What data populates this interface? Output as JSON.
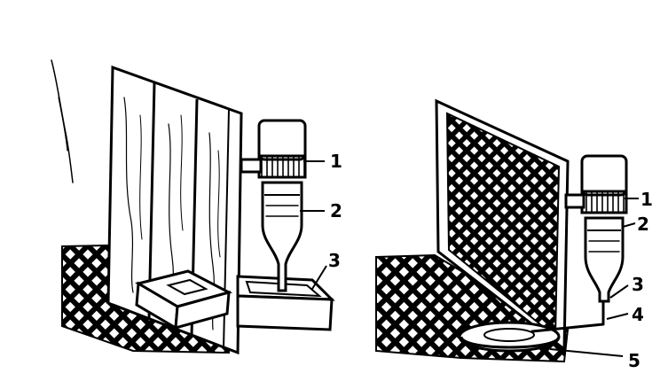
{
  "figure": {
    "left_panel": {
      "callouts": [
        "1",
        "2",
        "3"
      ]
    },
    "right_panel": {
      "callouts": [
        "1",
        "2",
        "3",
        "4",
        "5"
      ]
    }
  },
  "colors": {
    "ink": "#000000",
    "paper": "#ffffff"
  }
}
